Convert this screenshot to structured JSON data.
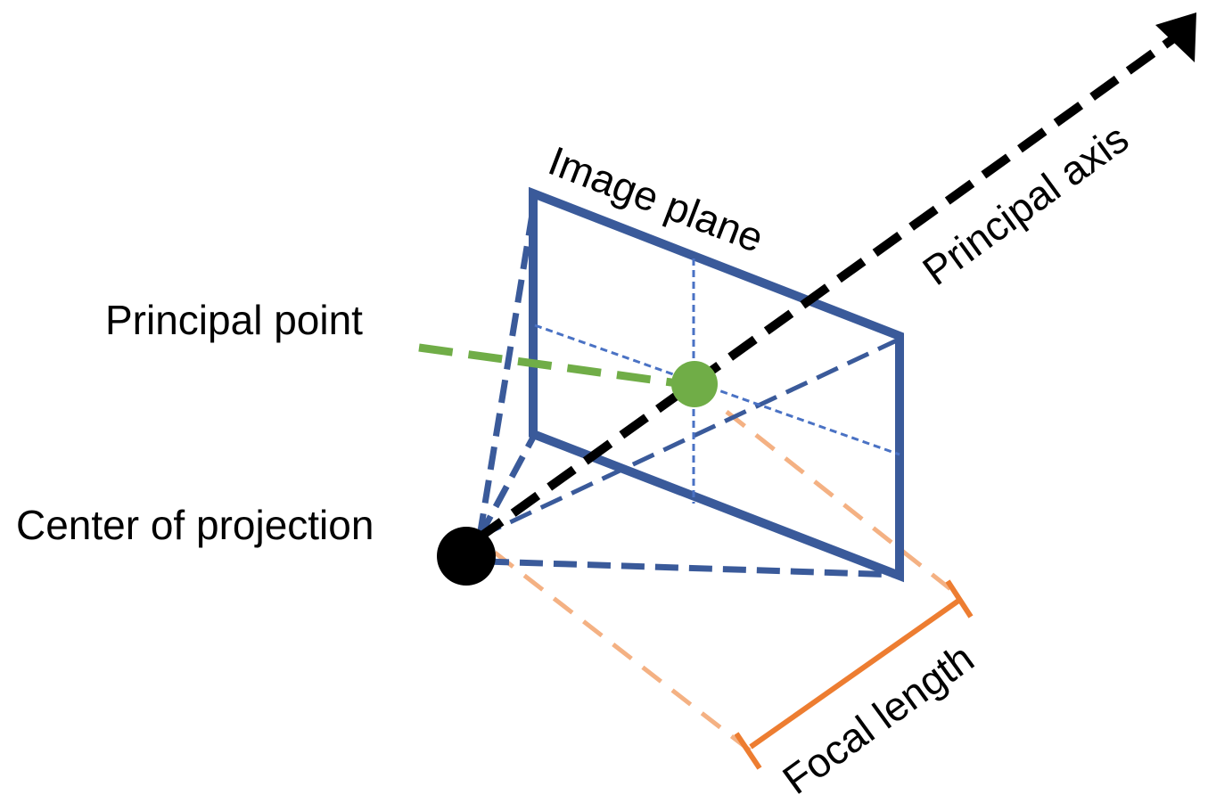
{
  "diagram": {
    "labels": {
      "principal_axis": "Principal axis",
      "image_plane": "Image plane",
      "principal_point": "Principal point",
      "center_of_projection": "Center of projection",
      "focal_length": "Focal length"
    },
    "colors": {
      "plane": "#3a5a9a",
      "axis": "#000000",
      "principal_point": "#70ad47",
      "focal": "#ed7d31",
      "focal_dashed": "#f4b183"
    }
  }
}
